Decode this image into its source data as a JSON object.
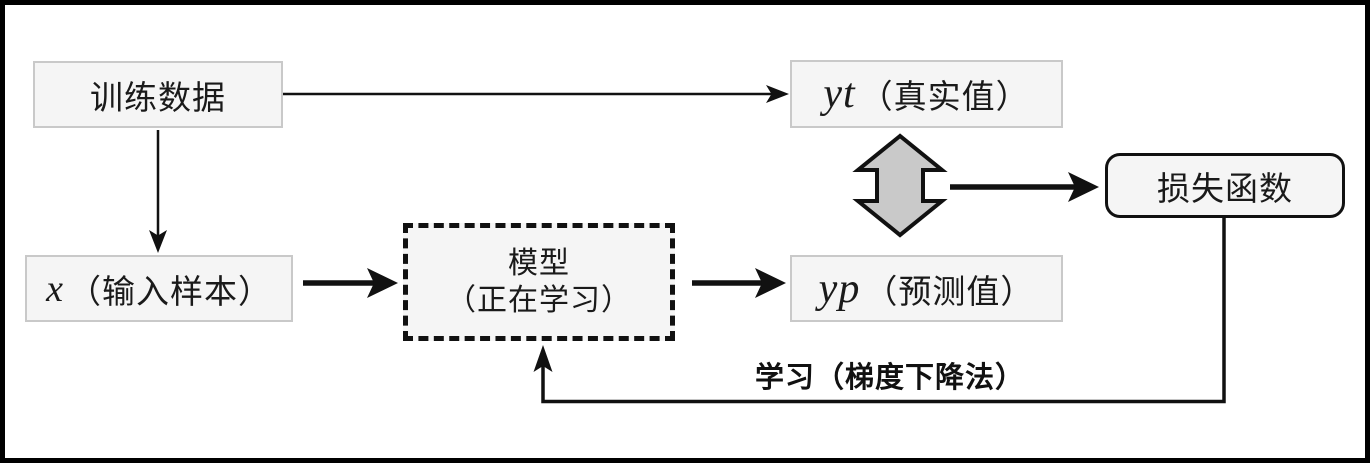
{
  "diagram": {
    "description": "model training loop flowchart",
    "nodes": {
      "training_data": {
        "label": "训练数据"
      },
      "x_input": {
        "var": "x",
        "suffix": "（输入样本）"
      },
      "model": {
        "line1": "模型",
        "line2": "（正在学习）"
      },
      "yt": {
        "var": "yt",
        "suffix": "（真实值）"
      },
      "yp": {
        "var": "yp",
        "suffix": "（预测值）"
      },
      "loss": {
        "label": "损失函数"
      }
    },
    "labels": {
      "learning": "学习（梯度下降法）"
    },
    "edges": [
      {
        "from": "training_data",
        "to": "yt",
        "style": "thin"
      },
      {
        "from": "training_data",
        "to": "x_input",
        "style": "thin"
      },
      {
        "from": "x_input",
        "to": "model",
        "style": "thick"
      },
      {
        "from": "model",
        "to": "yp",
        "style": "thick"
      },
      {
        "from": "yt",
        "to": "yp",
        "style": "double-block-arrow"
      },
      {
        "from": "compare",
        "to": "loss",
        "style": "thick"
      },
      {
        "from": "loss",
        "to": "model",
        "style": "feedback",
        "label": "学习（梯度下降法）"
      }
    ],
    "colors": {
      "node_fill": "#f5f5f5",
      "node_border": "#c9c9c9",
      "stroke": "#111111",
      "double_arrow_fill": "#c9c9c9",
      "frame": "#000000",
      "background": "#ffffff"
    }
  }
}
